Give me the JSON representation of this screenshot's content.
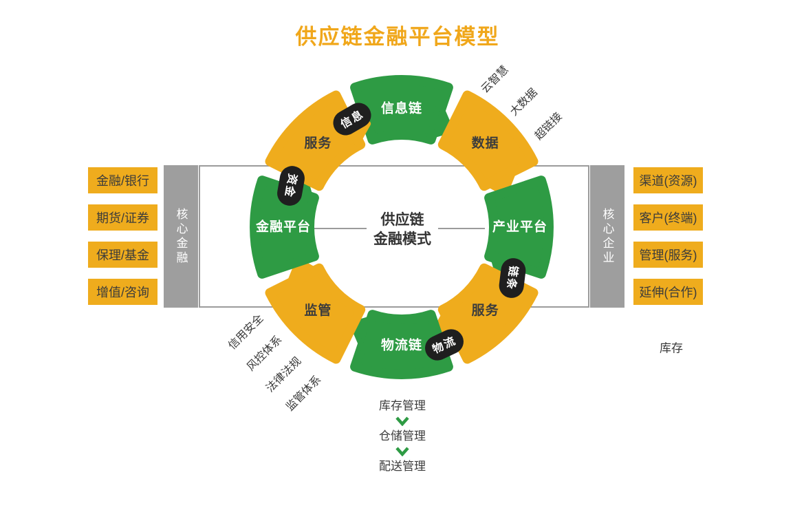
{
  "title": "供应链金融平台模型",
  "colors": {
    "yellow": "#EFAC1D",
    "green": "#2E9B44",
    "pill_black": "#1F1F1F",
    "bar_gray": "#9E9E9E",
    "line_gray": "#9B9B9B",
    "title_orange": "#F0A71B",
    "dark_text": "#3B3B3B"
  },
  "center": {
    "line1": "供应链",
    "line2": "金融模式"
  },
  "ring": {
    "segments": [
      {
        "label": "信息链",
        "color": "green"
      },
      {
        "label": "数据",
        "color": "yellow"
      },
      {
        "label": "产业平台",
        "color": "green"
      },
      {
        "label": "服务",
        "color": "yellow"
      },
      {
        "label": "物流链",
        "color": "green"
      },
      {
        "label": "监管",
        "color": "yellow"
      },
      {
        "label": "金融平台",
        "color": "green"
      },
      {
        "label": "服务",
        "color": "yellow"
      }
    ],
    "pills": [
      {
        "label": "信息"
      },
      {
        "label": "资金"
      },
      {
        "label": "链条"
      },
      {
        "label": "物流"
      }
    ]
  },
  "left_panel": {
    "bar_label": "核心金融",
    "items": [
      "金融/银行",
      "期货/证券",
      "保理/基金",
      "增值/咨询"
    ]
  },
  "right_panel": {
    "bar_label": "核心企业",
    "items": [
      "渠道(资源)",
      "客户(终端)",
      "管理(服务)",
      "延伸(合作)"
    ]
  },
  "top_right_labels": [
    "云智慧",
    "大数据",
    "超链接"
  ],
  "bottom_left_labels": [
    "信用安全",
    "风控体系",
    "法律法规",
    "监管体系"
  ],
  "bottom_right_label": "库存",
  "flow": {
    "steps": [
      "库存管理",
      "仓储管理",
      "配送管理"
    ]
  }
}
